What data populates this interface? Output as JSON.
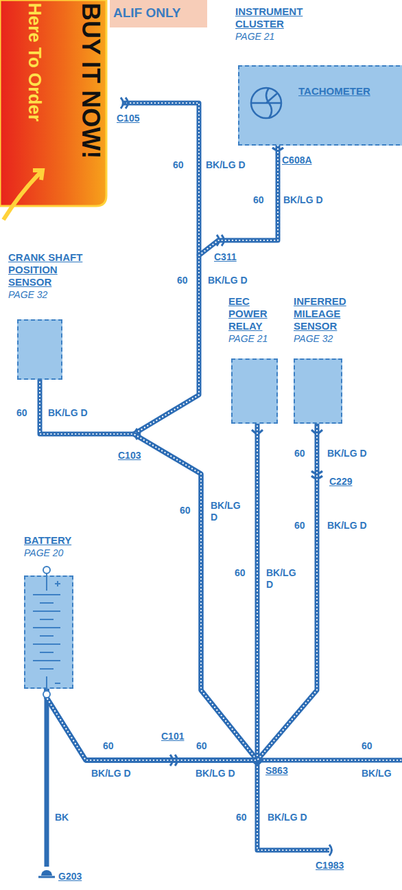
{
  "diagram": {
    "nodes": [
      {
        "text": [
          "INSTRUMENT CLUSTER",
          "PAGE 21",
          "TACHOMETER"
        ]
      },
      {
        "text": [
          "CRANK SHAFT POSITION SENSOR",
          "PAGE 32"
        ]
      },
      {
        "text": [
          "EEC POWER RELAY",
          "PAGE 21"
        ]
      },
      {
        "text": [
          "INFERRED MILEAGE SENSOR",
          "PAGE 32"
        ]
      },
      {
        "text": [
          "BATTERY",
          "PAGE 20"
        ]
      }
    ],
    "edges": [
      {
        "from": 4,
        "to": 0,
        "arrow": "none"
      },
      {
        "from": 4,
        "to": 1,
        "arrow": "none"
      },
      {
        "from": 4,
        "to": 2,
        "arrow": "none"
      },
      {
        "from": 4,
        "to": 3,
        "arrow": "none"
      }
    ],
    "labels": [
      "ALIF ONLY",
      "BUY IT NOW!",
      "Here To Order",
      "C105",
      "60",
      "BK/LG D",
      "C608A",
      "60",
      "BK/LG D",
      "C311",
      "60",
      "BK/LG D",
      "60",
      "BK/LG D",
      "C103",
      "60",
      "BK/LG D",
      "60",
      "BK/LG D",
      "C229",
      "60",
      "BK/LG D",
      "60",
      "BK/LG D",
      "60",
      "C101",
      "60",
      "BK/LG D",
      "BK/LG D",
      "S863",
      "60",
      "BK/LG",
      "60",
      "BK/LG D",
      "C1983",
      "BK",
      "G203"
    ]
  }
}
